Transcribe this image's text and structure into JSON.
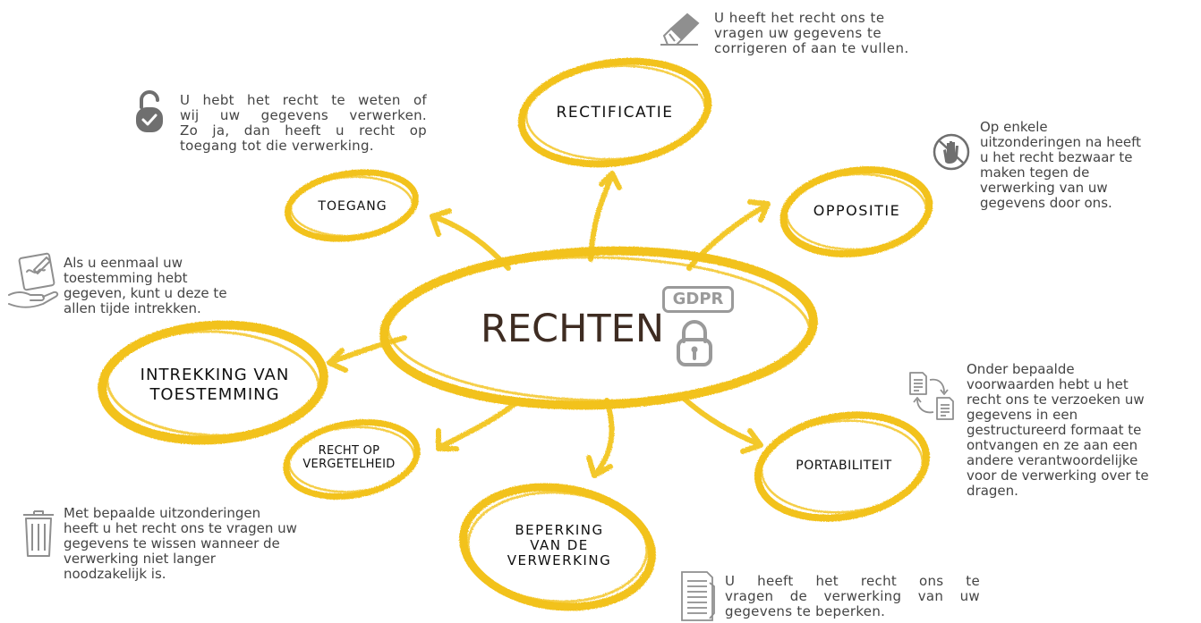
{
  "center": {
    "title": "RECHTEN",
    "badge": "GDPR"
  },
  "nodes": {
    "rectificatie": "RECTIFICATIE",
    "toegang": "TOEGANG",
    "oppositie": "OPPOSITIE",
    "intrekking_line1": "INTREKKING VAN",
    "intrekking_line2": "TOESTEMMING",
    "vergetelheid_line1": "RECHT OP",
    "vergetelheid_line2": "VERGETELHEID",
    "beperking_line1": "BEPERKING",
    "beperking_line2": "VAN DE",
    "beperking_line3": "VERWERKING",
    "portabiliteit": "PORTABILITEIT"
  },
  "descriptions": {
    "rectificatie": [
      "U heeft het recht ons te",
      "vragen uw gegevens te",
      "corrigeren of aan te vullen."
    ],
    "toegang": [
      "U hebt het recht te weten of",
      "wij uw gegevens verwerken.",
      "Zo ja, dan heeft u recht op",
      "toegang tot die verwerking."
    ],
    "oppositie": [
      "Op enkele",
      "uitzonderingen na heeft",
      "u het recht bezwaar te",
      "maken tegen de",
      "verwerking van uw",
      "gegevens door ons."
    ],
    "intrekking": [
      "Als u eenmaal uw",
      "toestemming hebt",
      "gegeven, kunt u deze te",
      "allen tijde intrekken."
    ],
    "portabiliteit": [
      "Onder bepaalde",
      "voorwaarden hebt u het",
      "recht ons te verzoeken uw",
      "gegevens in een",
      "gestructureerd formaat te",
      "ontvangen en ze aan een",
      "andere verantwoordelijke",
      "voor de verwerking over te",
      "dragen."
    ],
    "vergetelheid": [
      "Met bepaalde uitzonderingen",
      "heeft u het recht ons te vragen uw",
      "gegevens te wissen wanneer de",
      "verwerking niet langer",
      "noodzakelijk is."
    ],
    "beperking": [
      "U heeft het recht ons te",
      "vragen de verwerking van uw",
      "gegevens te beperken."
    ]
  },
  "icons": {
    "rectificatie": "eraser-icon",
    "toegang": "unlock-check-icon",
    "oppositie": "stop-hand-icon",
    "intrekking": "hand-signing-icon",
    "portabiliteit": "document-transfer-icon",
    "vergetelheid": "trash-icon",
    "beperking": "checklist-icon",
    "center": "padlock-icon"
  },
  "colors": {
    "ring": "#f2c21a",
    "ring_dark": "#e6b000",
    "arrow": "#f3c82a",
    "title": "#3e2c22",
    "icon": "#8f8f8f",
    "text": "#444444"
  }
}
